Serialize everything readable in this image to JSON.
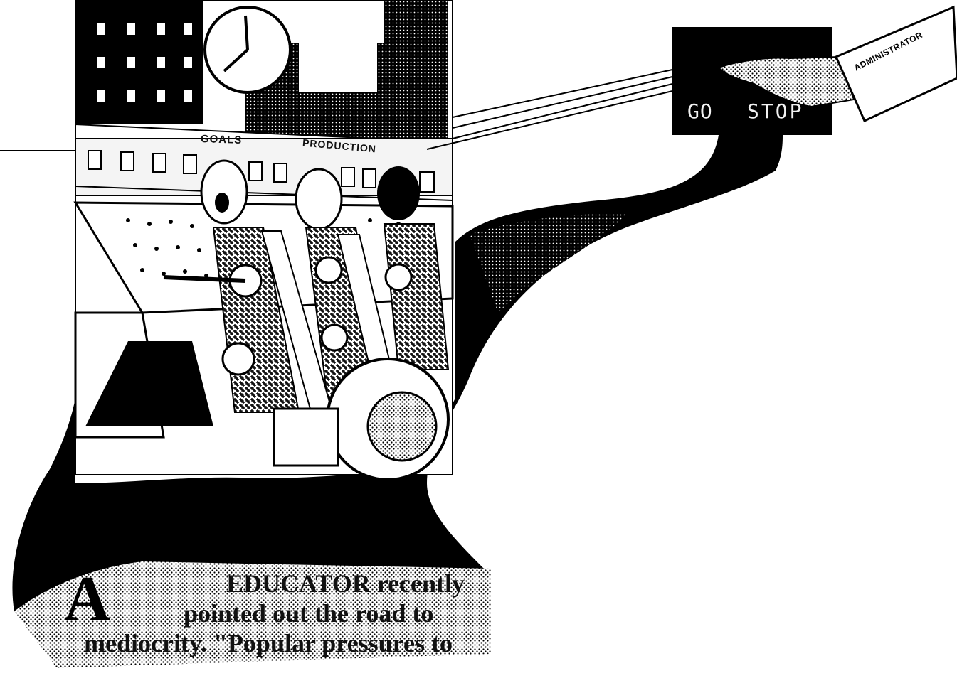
{
  "illustration": {
    "panel_labels": {
      "goals": "GOALS",
      "production": "PRODUCTION"
    },
    "control_box": {
      "go_label": "GO",
      "stop_label": "STOP"
    },
    "sleeve_label": "ADMINISTRATOR"
  },
  "article": {
    "drop_cap": "A",
    "lines": [
      "EDUCATOR recently",
      "pointed out the road to",
      "mediocrity. \"Popular pressures to"
    ]
  }
}
